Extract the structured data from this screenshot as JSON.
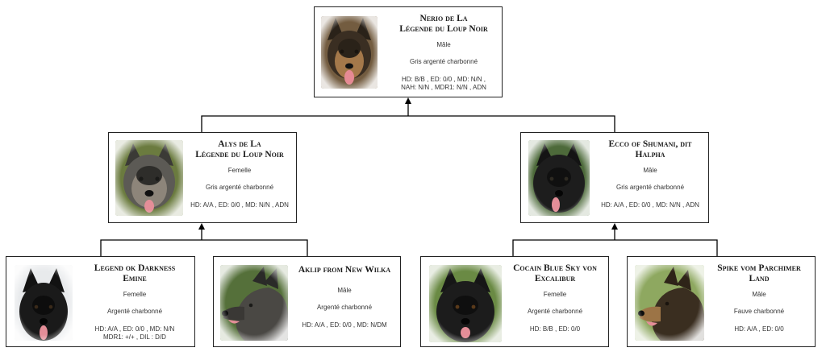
{
  "dogs": {
    "nerio": {
      "name_line1": "Nerio de La",
      "name_line2": "Légende du Loup Noir",
      "sex": "Mâle",
      "color": "Gris argenté charbonné",
      "health_line1": "HD: B/B , ED: 0/0 , MD: N/N ,",
      "health_line2": "NAH: N/N , MDR1: N/N , ADN"
    },
    "alys": {
      "name_line1": "Alys de La",
      "name_line2": "Légende du Loup Noir",
      "sex": "Femelle",
      "color": "Gris argenté charbonné",
      "health_line1": "HD: A/A , ED: 0/0 , MD: N/N , ADN"
    },
    "ecco": {
      "name_line1": "Ecco of Shumani, dit",
      "name_line2": "Halpha",
      "sex": "Mâle",
      "color": "Gris argenté charbonné",
      "health_line1": "HD: A/A , ED: 0/0 , MD: N/N , ADN"
    },
    "legend": {
      "name_line1": "Legend ok Darkness",
      "name_line2": "Emine",
      "sex": "Femelle",
      "color": "Argenté charbonné",
      "health_line1": "HD: A/A , ED: 0/0 , MD: N/N",
      "health_line2": "MDR1: +/+ , DIL : D/D"
    },
    "aklip": {
      "name_line1": "Aklip from New Wilka",
      "sex": "Mâle",
      "color": "Argenté charbonné",
      "health_line1": "HD: A/A , ED: 0/0 , MD: N/DM"
    },
    "cocain": {
      "name_line1": "Cocain Blue Sky von",
      "name_line2": "Excalibur",
      "sex": "Femelle",
      "color": "Argenté charbonné",
      "health_line1": "HD: B/B , ED: 0/0"
    },
    "spike": {
      "name_line1": "Spike vom Parchimer",
      "name_line2": "Land",
      "sex": "Mâle",
      "color": "Fauve charbonné",
      "health_line1": "HD: A/A , ED: 0/0"
    }
  },
  "colors": {
    "border": "#222222",
    "connector": "#000000",
    "text": "#1a1a1a"
  }
}
